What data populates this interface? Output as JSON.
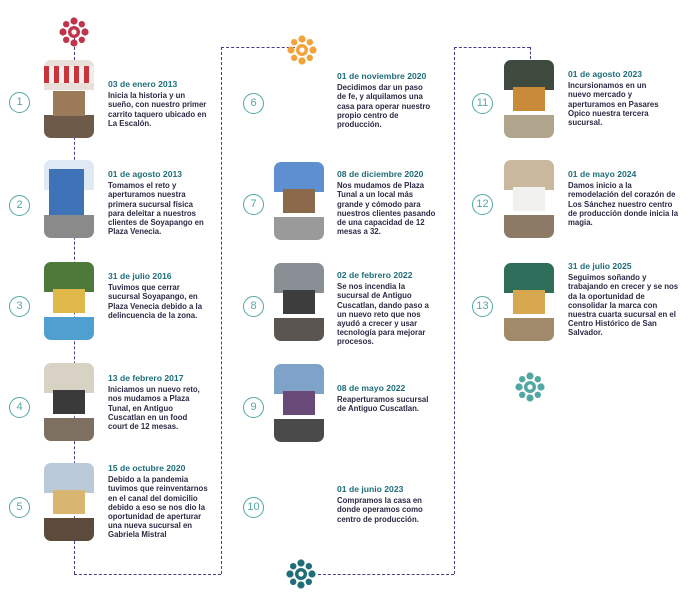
{
  "colors": {
    "number_circle": "#52a7a3",
    "date_text": "#1f6d7a",
    "body_text": "#2d2a44",
    "dashed_line": "#4b3b8c",
    "flower_red": "#c0334d",
    "flower_orange": "#f3a33a",
    "flower_green": "#1f6d78",
    "flower_teal": "#52a7a3"
  },
  "decorations": [
    "flower-red-icon",
    "flower-orange-icon",
    "flower-green-icon",
    "flower-teal-icon"
  ],
  "events": [
    {
      "num": "1",
      "date": "03 de enero 2013",
      "text": "Inicia la historia y un sueño, con nuestro primer carrito taquero ubicado en La Escalón."
    },
    {
      "num": "2",
      "date": "01 de agosto 2013",
      "text": "Tomamos el reto y aperturamos nuestra primera sucursal física para deleitar a nuestros clientes de Soyapango en Plaza Venecia."
    },
    {
      "num": "3",
      "date": "31 de julio 2016",
      "text": "Tuvimos que cerrar sucursal Soyapango, en Plaza Venecia debido a la delincuencia de la zona."
    },
    {
      "num": "4",
      "date": "13 de febrero 2017",
      "text": "Iniciamos un nuevo reto, nos mudamos a Plaza Tunal, en Antiguo Cuscatlan en un food court de 12 mesas."
    },
    {
      "num": "5",
      "date": "15 de octubre 2020",
      "text": "Debido a la pandemia tuvimos que reinventarnos en el canal del domicilio debido a eso se nos dio la oportunidad de aperturar una nueva sucursal en Gabriela Mistral"
    },
    {
      "num": "6",
      "date": "01 de noviembre 2020",
      "text": "Decidimos dar un paso de fe, y alquilamos una casa para operar nuestro propio centro de producción."
    },
    {
      "num": "7",
      "date": "08 de diciembre 2020",
      "text": "Nos mudamos de Plaza Tunal a un local más grande y cómodo para nuestros clientes pasando de una capacidad de 12 mesas a 32."
    },
    {
      "num": "8",
      "date": "02 de febrero 2022",
      "text": "Se nos incendia la sucursal de Antiguo Cuscatlan, dando paso a un nuevo reto que nos ayudó a crecer y usar tecnología para mejorar procesos."
    },
    {
      "num": "9",
      "date": "08 de mayo 2022",
      "text": "Reaperturamos sucursal de Antiguo Cuscatlan."
    },
    {
      "num": "10",
      "date": "01 de junio 2023",
      "text": "Compramos la casa en donde operamos como centro de producción."
    },
    {
      "num": "11",
      "date": "01 de agosto 2023",
      "text": "Incursionamos en un nuevo mercado y aperturamos en Pasares Opico nuestra tercera sucursal."
    },
    {
      "num": "12",
      "date": "01 de mayo 2024",
      "text": "Damos inicio a la remodelación del corazón de Los Sánchez nuestro centro de producción donde inicia la magia."
    },
    {
      "num": "13",
      "date": "31 de julio 2025",
      "text": "Seguimos soñando y trabajando en crecer y se nos da la oportunidad de consolidar la marca con nuestra cuarta sucursal en el Centro Histórico de San Salvador."
    }
  ]
}
